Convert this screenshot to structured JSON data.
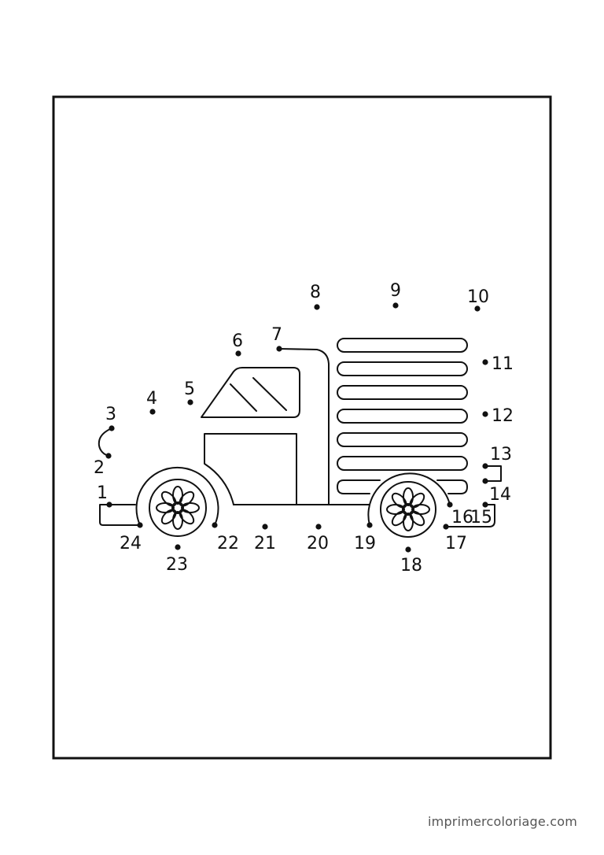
{
  "footer": {
    "site": "imprimercoloriage.com"
  },
  "colors": {
    "ink": "#111111",
    "paper": "#ffffff",
    "footer": "#555555"
  },
  "dots": [
    {
      "n": "1"
    },
    {
      "n": "2"
    },
    {
      "n": "3"
    },
    {
      "n": "4"
    },
    {
      "n": "5"
    },
    {
      "n": "6"
    },
    {
      "n": "7"
    },
    {
      "n": "8"
    },
    {
      "n": "9"
    },
    {
      "n": "10"
    },
    {
      "n": "11"
    },
    {
      "n": "12"
    },
    {
      "n": "13"
    },
    {
      "n": "14"
    },
    {
      "n": "15"
    },
    {
      "n": "16"
    },
    {
      "n": "17"
    },
    {
      "n": "18"
    },
    {
      "n": "19"
    },
    {
      "n": "20"
    },
    {
      "n": "21"
    },
    {
      "n": "22"
    },
    {
      "n": "23"
    },
    {
      "n": "24"
    }
  ]
}
